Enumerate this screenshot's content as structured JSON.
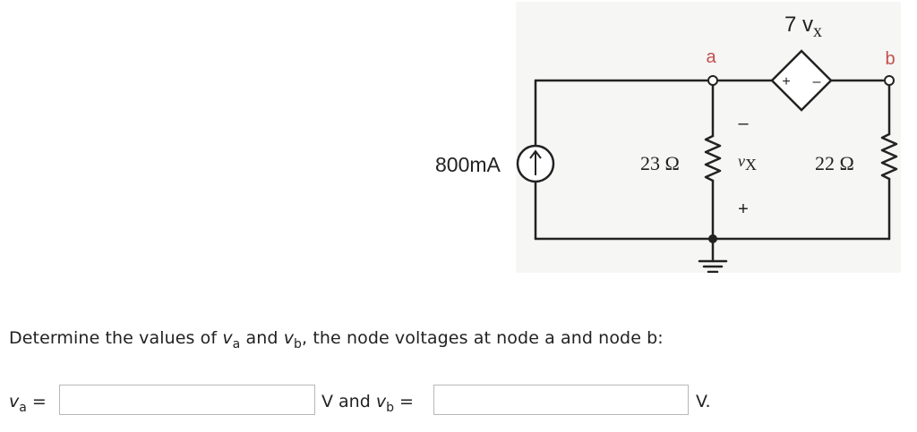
{
  "circuit": {
    "source_label": "800mA",
    "r1_label": "23 Ω",
    "r2_label": "22 Ω",
    "dep_source_label": "7 v",
    "dep_source_label_sub": "x",
    "node_a": "a",
    "node_b": "b",
    "vx_label": "v",
    "vx_label_sub": "X",
    "vx_minus": "–",
    "vx_plus": "+",
    "dep_plus": "+",
    "dep_minus": "–"
  },
  "question": {
    "prefix": "Determine the values of ",
    "va_var": "v",
    "va_sub": "a",
    "middle": " and ",
    "vb_var": "v",
    "vb_sub": "b",
    "suffix": ", the node voltages at node a and node b:"
  },
  "answer": {
    "va_var": "v",
    "va_sub": "a",
    "va_eq": " =",
    "va_value": "",
    "and_text": "V and ",
    "vb_var": "v",
    "vb_sub": "b",
    "vb_eq": " =",
    "vb_value": "",
    "unit_end": "V."
  }
}
